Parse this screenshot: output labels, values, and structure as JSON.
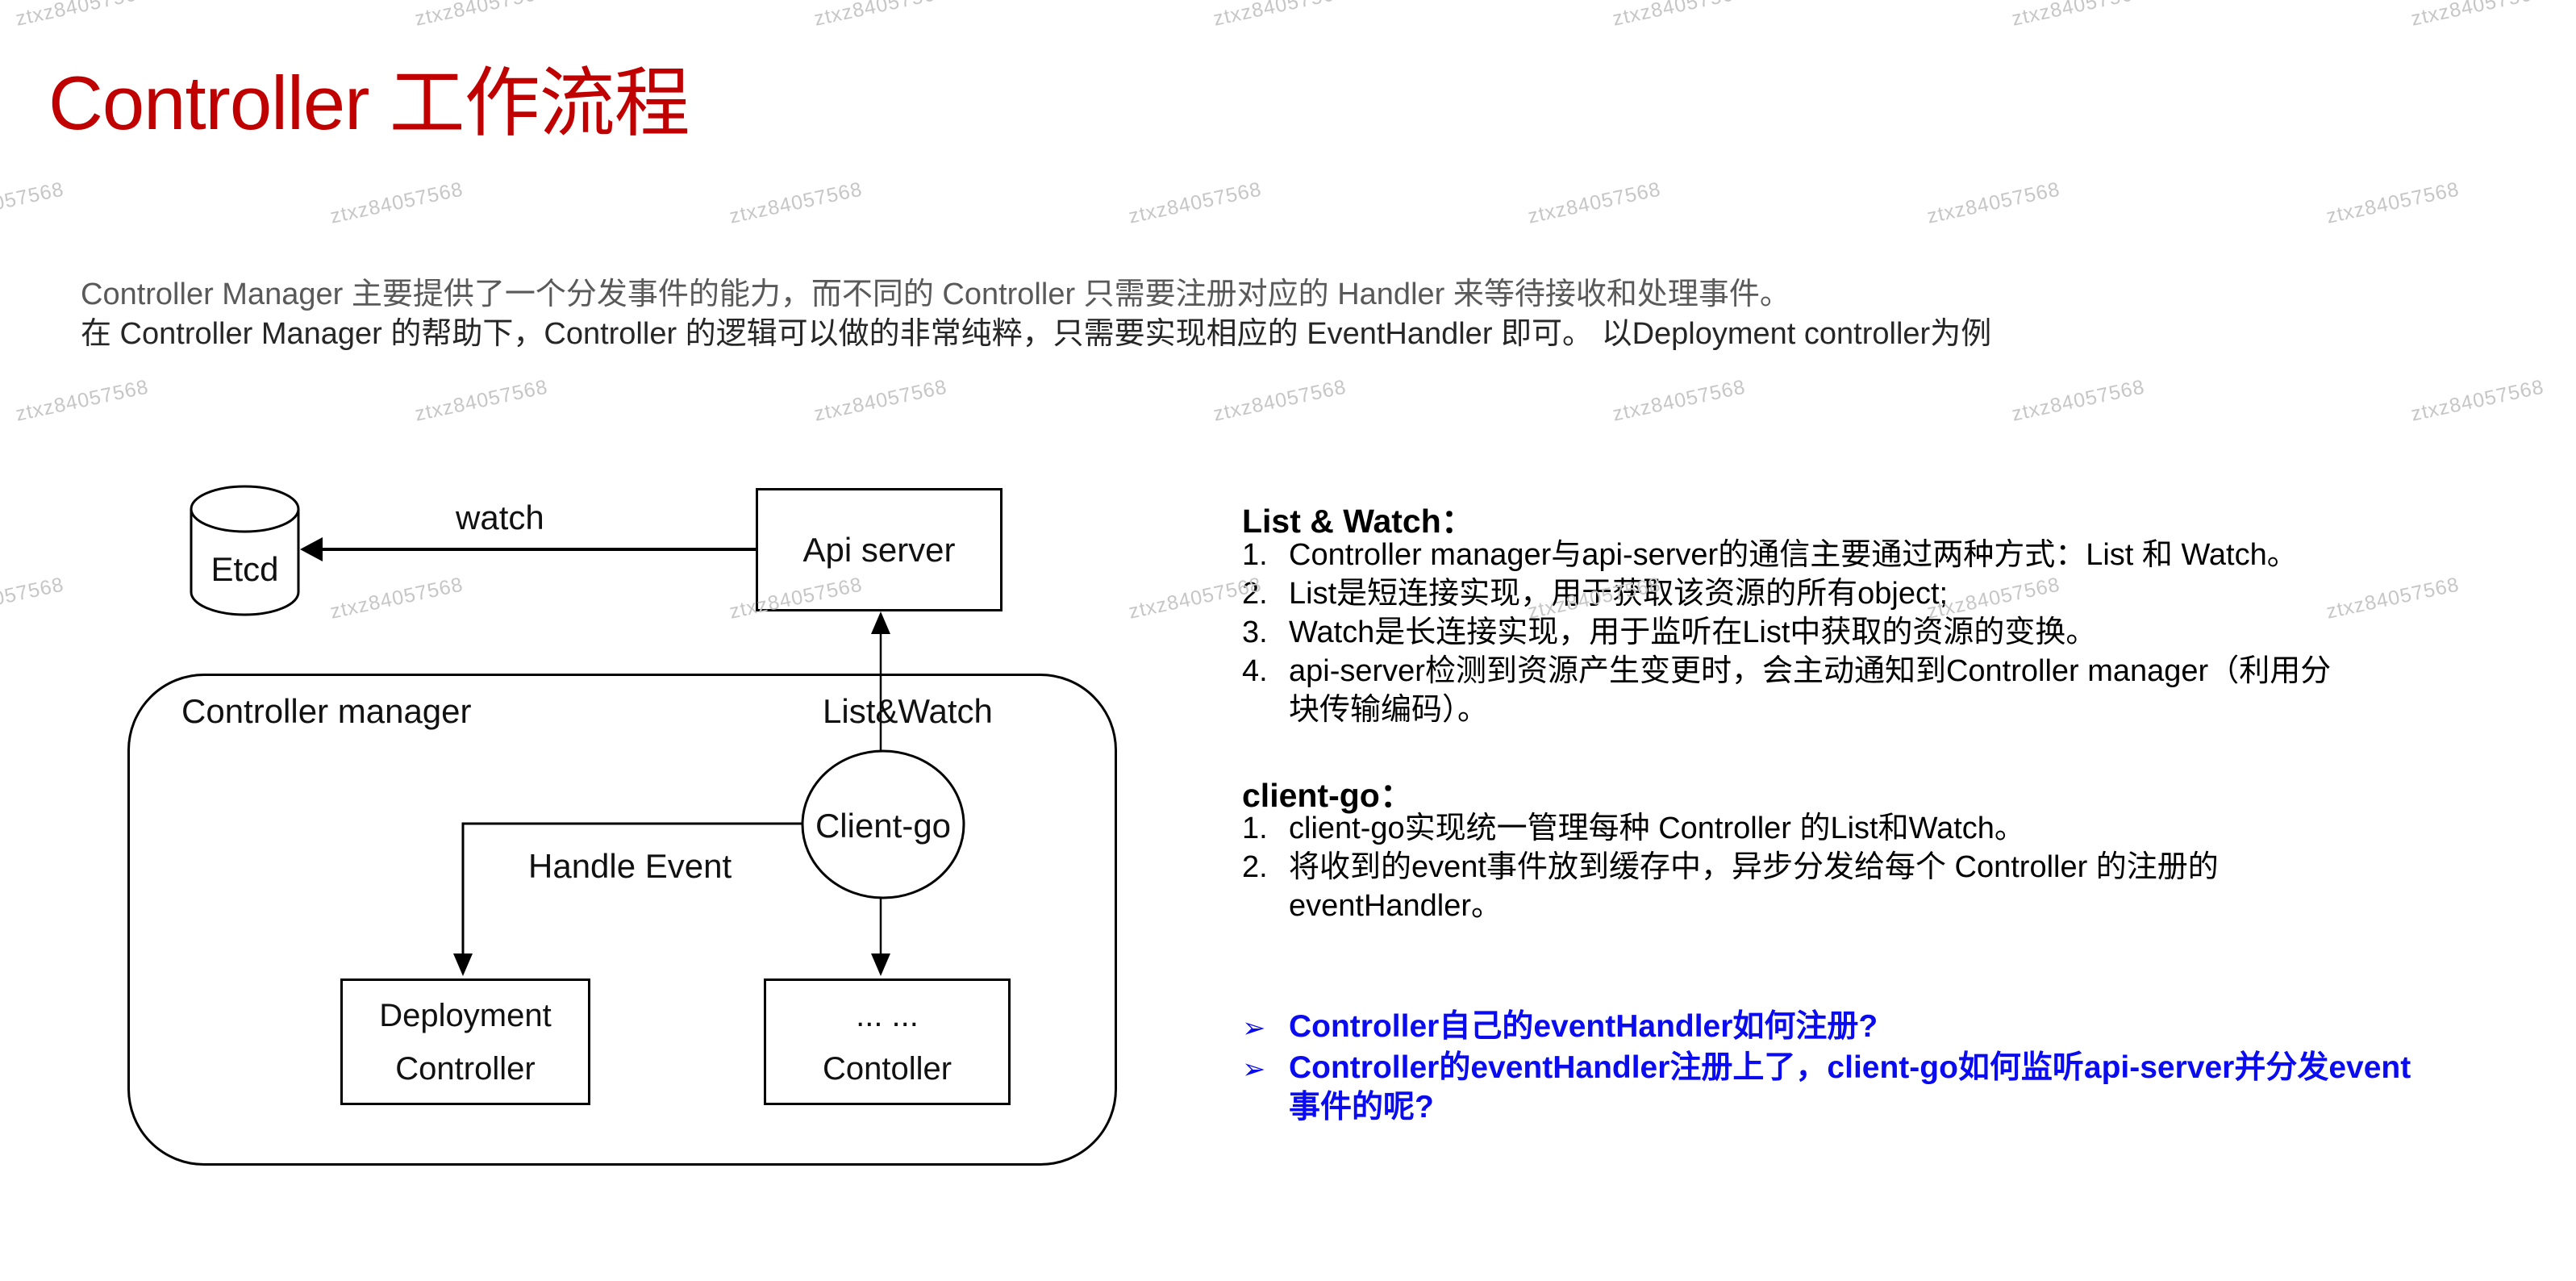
{
  "watermark": {
    "text": "ztxz84057568"
  },
  "title": "Controller 工作流程",
  "intro": {
    "line1": "Controller Manager 主要提供了一个分发事件的能力，而不同的 Controller 只需要注册对应的 Handler 来等待接收和处理事件。",
    "line2": "在 Controller Manager 的帮助下，Controller 的逻辑可以做的非常纯粹，只需要实现相应的 EventHandler 即可。 以Deployment controller为例"
  },
  "diagram": {
    "etcd_label": "Etcd",
    "api_server_label": "Api server",
    "watch_label": "watch",
    "list_watch_label": "List&Watch",
    "controller_manager_label": "Controller manager",
    "client_go_label": "Client-go",
    "handle_event_label": "Handle Event",
    "deployment_box": {
      "line1": "Deployment",
      "line2": "Controller"
    },
    "other_box": {
      "line1": "... ...",
      "line2": "Contoller"
    }
  },
  "notes": {
    "list_watch": {
      "heading": "List & Watch：",
      "items": [
        "Controller manager与api-server的通信主要通过两种方式：List 和 Watch。",
        "List是短连接实现，用于获取该资源的所有object;",
        "Watch是长连接实现，用于监听在List中获取的资源的变换。",
        "api-server检测到资源产生变更时，会主动通知到Controller manager（利用分\n块传输编码）。"
      ]
    },
    "client_go": {
      "heading": "client-go：",
      "items": [
        "client-go实现统一管理每种 Controller 的List和Watch。",
        "将收到的event事件放到缓存中，异步分发给每个 Controller 的注册的\neventHandler。"
      ]
    },
    "questions": {
      "bullet": "➢",
      "items": [
        "Controller自己的eventHandler如何注册?",
        "Controller的eventHandler注册上了，client-go如何监听api-server并分发event\n事件的呢?"
      ]
    }
  },
  "colors": {
    "title": "#c00000",
    "highlight_blue": "#0b0bf0",
    "watermark_gray": "#c6c6c6"
  }
}
